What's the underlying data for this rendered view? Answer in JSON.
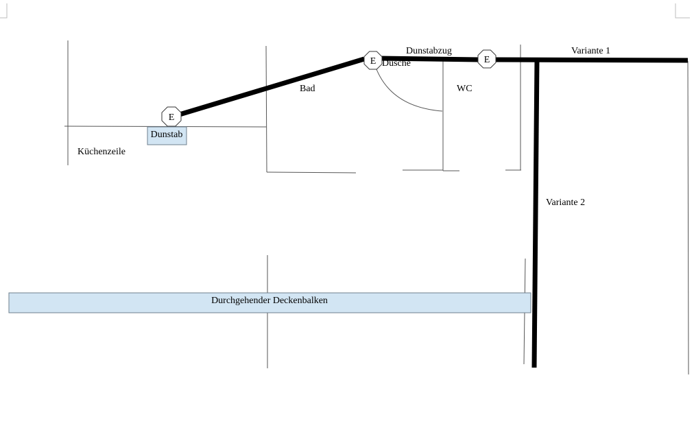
{
  "colors": {
    "background": "#ffffff",
    "wall_line": "#555555",
    "duct": "#000000",
    "box_fill": "#d2e5f3",
    "box_border": "#6e7f8d"
  },
  "labels": {
    "kuechenzeile": "Küchenzeile",
    "bad": "Bad",
    "wc": "WC",
    "dusche": "Dusche",
    "dunstabzug": "Dunstabzug",
    "variante1": "Variante 1",
    "variante2": "Variante 2"
  },
  "boxes": {
    "dunstab": "Dunstab",
    "deckenbalken": "Durchgehender Deckenbalken"
  },
  "markers": {
    "symbol": "E",
    "icon": "octagon-icon"
  }
}
